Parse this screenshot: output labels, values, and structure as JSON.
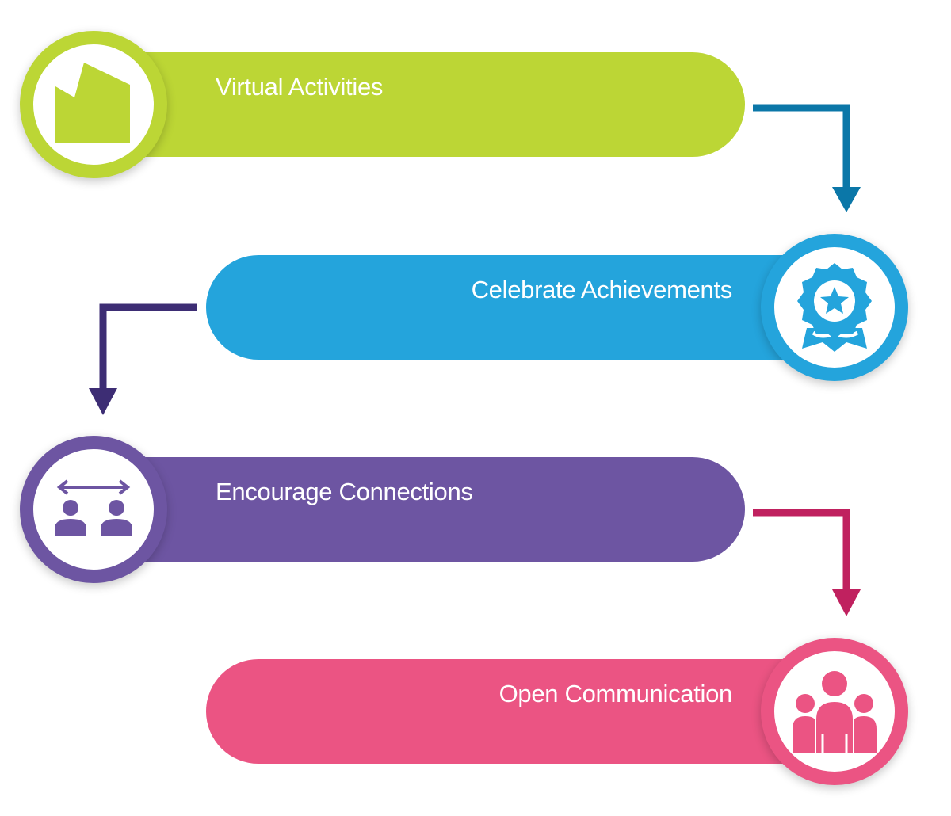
{
  "steps": [
    {
      "label": "Virtual Activities",
      "color": "#bcd635",
      "icon": "factory-icon"
    },
    {
      "label": "Celebrate Achievements",
      "color": "#24a4dc",
      "icon": "award-badge-icon"
    },
    {
      "label": "Encourage Connections",
      "color": "#6d55a2",
      "icon": "connected-people-icon"
    },
    {
      "label": "Open Communication",
      "color": "#eb5483",
      "icon": "group-icon"
    }
  ],
  "connector_colors": [
    "#0b77a8",
    "#3d2d74",
    "#c0215f"
  ]
}
